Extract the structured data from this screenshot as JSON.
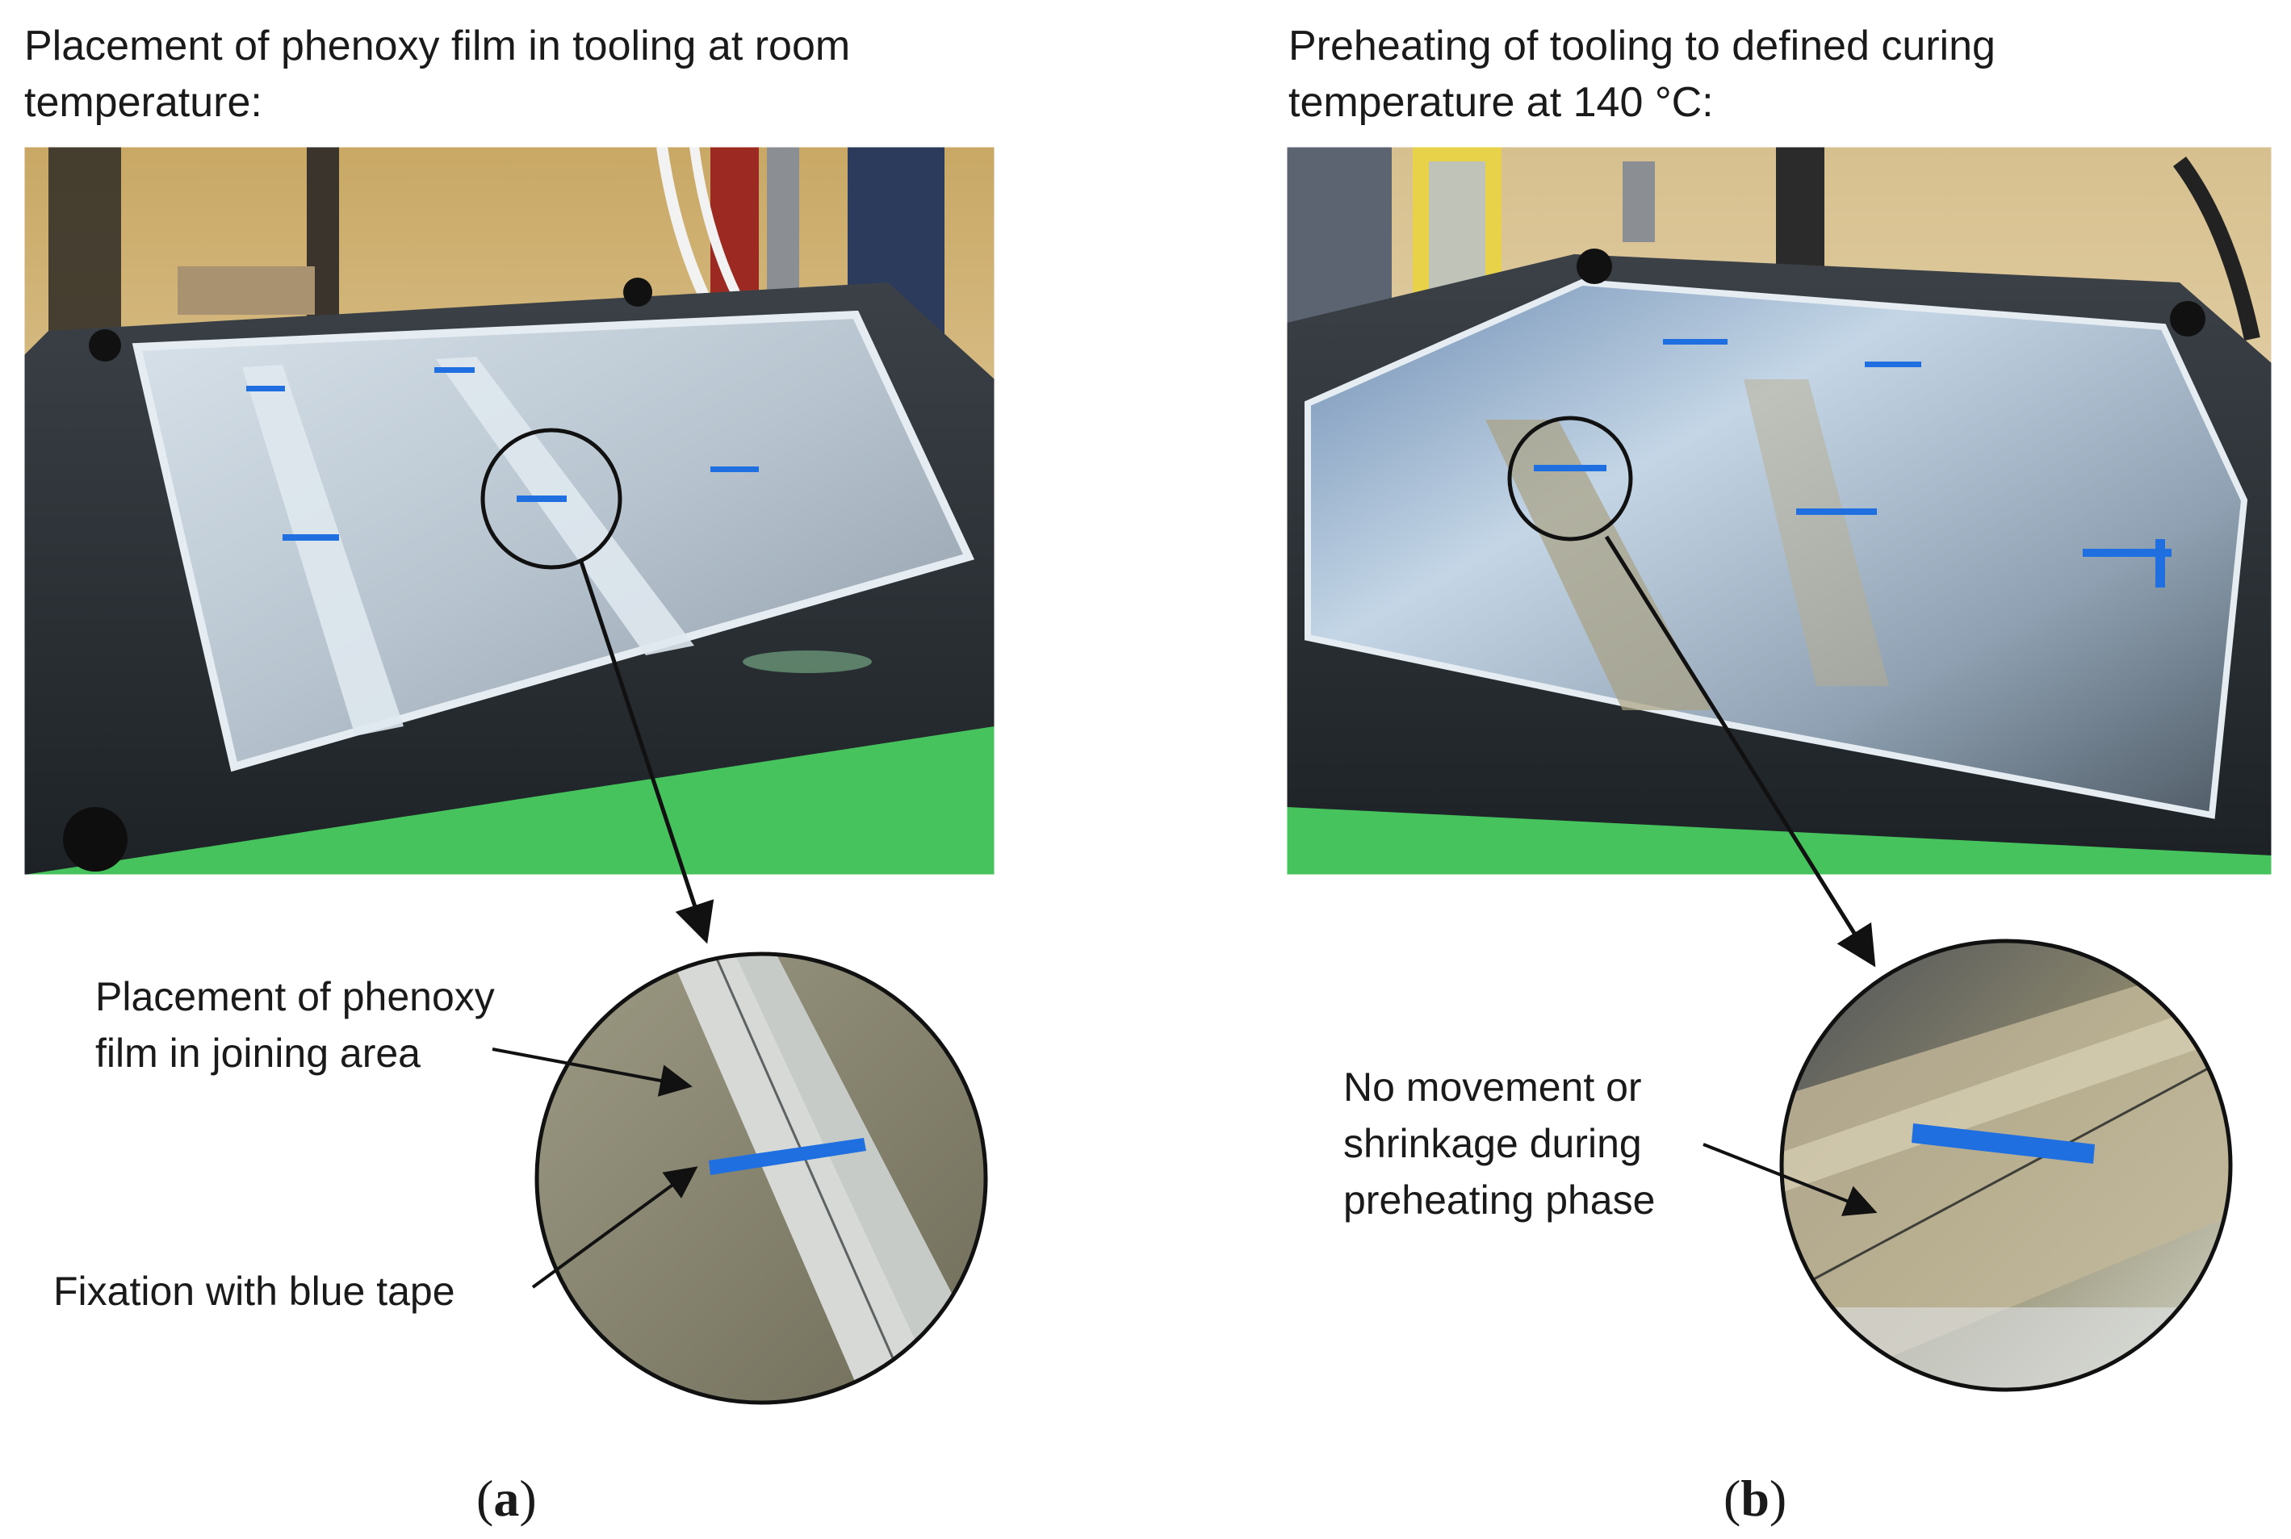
{
  "panel_a": {
    "heading": "Placement of phenoxy film in tooling at room\ntemperature:",
    "callout_top": "Placement of phenoxy\nfilm in joining area",
    "callout_bottom": "Fixation with blue tape",
    "label_paren_open": "(",
    "label_letter": "a",
    "label_paren_close": ")"
  },
  "panel_b": {
    "heading": "Preheating of tooling to defined curing\ntemperature at 140 °C:",
    "callout": "No movement or\nshrinkage during\npreheating phase",
    "label_paren_open": "(",
    "label_letter": "b",
    "label_paren_close": ")"
  },
  "colors": {
    "tape_blue": "#1f6fe0",
    "tool_green": "#3fbf5a",
    "steel_light": "#c9d6e0",
    "steel_dark": "#2c3238",
    "wall_beige": "#e8d3a8"
  }
}
